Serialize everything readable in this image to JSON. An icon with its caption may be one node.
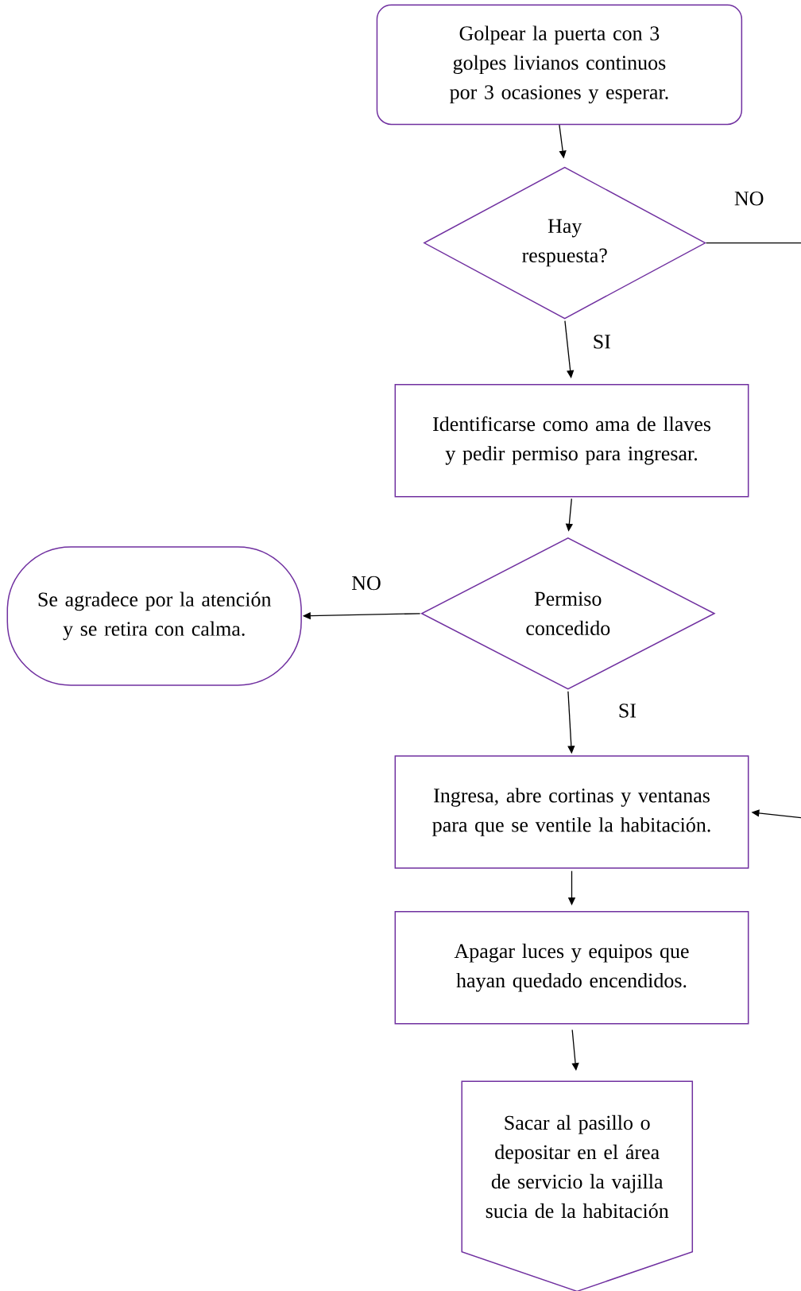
{
  "diagram": {
    "nodes": [
      {
        "text": [
          "Golpear la puerta con 3 golpes livianos continuos por 3 ocasiones y esperar."
        ]
      },
      {
        "text": [
          "Hay respuesta?"
        ]
      },
      {
        "text": [
          "Identificarse como ama de llaves y pedir permiso para ingresar."
        ]
      },
      {
        "text": [
          "Permiso concedido"
        ]
      },
      {
        "text": [
          "Se agradece por la atención y se retira con calma."
        ]
      },
      {
        "text": [
          "Ingresa, abre cortinas y ventanas para que se ventile la habitación."
        ]
      },
      {
        "text": [
          "Apagar luces y equipos que hayan quedado encendidos."
        ]
      },
      {
        "text": [
          "Sacar al pasillo o depositar en el área de servicio la vajilla sucia de la habitación"
        ]
      }
    ],
    "edges": [
      {
        "from": 0,
        "to": 1,
        "arrow": "to"
      },
      {
        "from": 1,
        "to": null,
        "arrow": "none",
        "label": "NO"
      },
      {
        "from": 1,
        "to": 2,
        "arrow": "to",
        "label": "SI"
      },
      {
        "from": 2,
        "to": 3,
        "arrow": "to"
      },
      {
        "from": 3,
        "to": 4,
        "arrow": "to",
        "label": "NO"
      },
      {
        "from": 3,
        "to": 5,
        "arrow": "to",
        "label": "SI"
      },
      {
        "from": null,
        "to": 5,
        "arrow": "to"
      },
      {
        "from": 5,
        "to": 6,
        "arrow": "to"
      },
      {
        "from": 6,
        "to": 7,
        "arrow": "to"
      }
    ]
  }
}
